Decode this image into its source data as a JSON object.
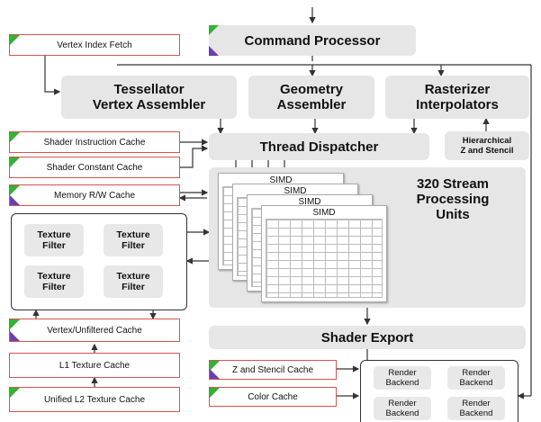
{
  "command_processor": "Command Processor",
  "tessellator": [
    "Tessellator",
    "Vertex Assembler"
  ],
  "geometry": [
    "Geometry",
    "Assembler"
  ],
  "rasterizer": [
    "Rasterizer",
    "Interpolators"
  ],
  "thread_dispatcher": "Thread Dispatcher",
  "hierarchical": [
    "Hierarchical",
    "Z and Stencil"
  ],
  "stream": [
    "320 Stream",
    "Processing",
    "Units"
  ],
  "simd_label": "SIMD",
  "shader_export": "Shader Export",
  "left_caches": {
    "vertex_index_fetch": "Vertex Index Fetch",
    "shader_instruction_cache": "Shader Instruction Cache",
    "shader_constant_cache": "Shader Constant Cache",
    "memory_rw_cache": "Memory R/W Cache",
    "vertex_unfiltered_cache": "Vertex/Unfiltered Cache",
    "l1_texture_cache": "L1 Texture Cache",
    "unified_l2_texture_cache": "Unified L2 Texture Cache"
  },
  "texture_filter": [
    "Texture",
    "Filter"
  ],
  "z_stencil_cache": "Z and Stencil Cache",
  "color_cache": "Color Cache",
  "render_backend": [
    "Render",
    "Backend"
  ],
  "colors": {
    "cache_border": "#d9534f",
    "block_fill": "#e6e6e6",
    "accent_green": "#33b233",
    "accent_purple": "#6a3fb5"
  }
}
